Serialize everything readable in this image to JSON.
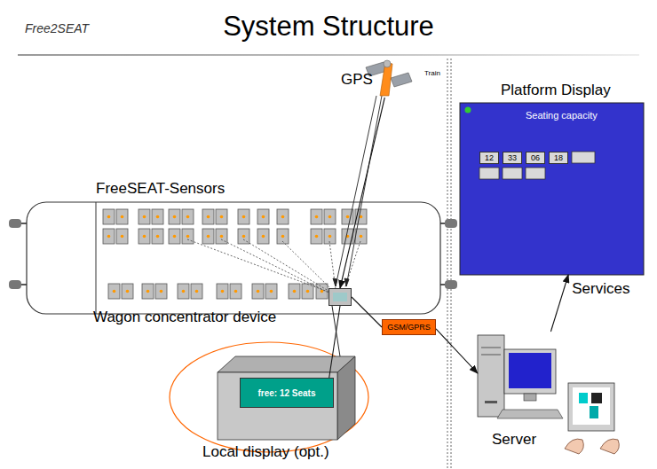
{
  "diagram": {
    "title": "System Structure",
    "nodes": [
      {
        "text": [
          "GPS"
        ]
      },
      {
        "text": [
          "Platform Display",
          "Seating capacity"
        ]
      },
      {
        "text": [
          "12"
        ],
        "in": 1
      },
      {
        "text": [
          "33"
        ],
        "in": 1
      },
      {
        "text": [
          "06"
        ],
        "in": 1
      },
      {
        "text": [
          "18"
        ],
        "in": 1
      },
      {
        "text": [
          "Wagon concentrator device"
        ]
      },
      {
        "text": [
          "GSM/GPRS"
        ]
      },
      {
        "text": [
          "free: 12 Seats"
        ]
      },
      {
        "text": [
          "Server"
        ]
      }
    ],
    "edges": [
      {
        "from": 0,
        "to": 6,
        "arrow": "to"
      },
      {
        "from": 6,
        "to": 7,
        "arrow": "none"
      },
      {
        "from": 7,
        "to": 9,
        "arrow": "to"
      },
      {
        "from": 9,
        "to": 1,
        "label": "Services",
        "arrow": "to"
      },
      {
        "from": 6,
        "to": 8,
        "arrow": "none"
      }
    ],
    "labels": [
      "Free2SEAT",
      "Train",
      "FreeSEAT-Sensors",
      "Local display (opt.)"
    ]
  }
}
